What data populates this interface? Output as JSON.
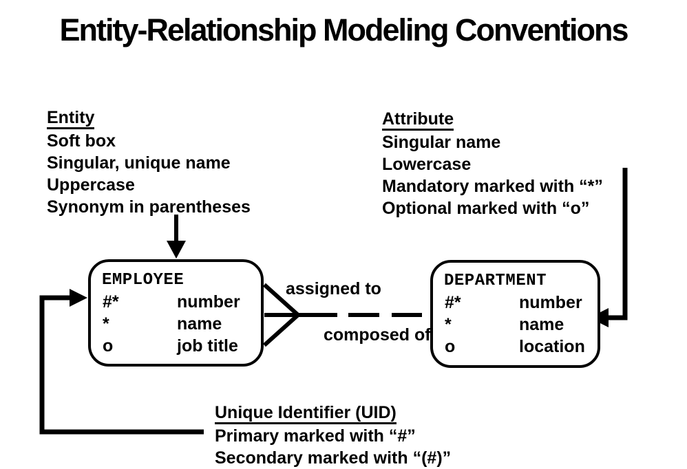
{
  "title": "Entity-Relationship Modeling Conventions",
  "colors": {
    "ink": "#000000",
    "background": "#ffffff"
  },
  "legends": {
    "entity": {
      "heading": "Entity",
      "lines": [
        "Soft box",
        "Singular, unique name",
        "Uppercase",
        "Synonym in parentheses"
      ]
    },
    "attribute": {
      "heading": "Attribute",
      "lines": [
        "Singular name",
        "Lowercase",
        "Mandatory marked with “*”",
        "Optional marked with “o”"
      ]
    },
    "uid": {
      "heading": "Unique Identifier (UID)",
      "lines": [
        "Primary marked with “#”",
        "Secondary marked with “(#)”"
      ]
    }
  },
  "entities": [
    {
      "name": "EMPLOYEE",
      "attributes": [
        {
          "marker": "#*",
          "name": "number"
        },
        {
          "marker": "*",
          "name": "name"
        },
        {
          "marker": "o",
          "name": "job title"
        }
      ]
    },
    {
      "name": "DEPARTMENT",
      "attributes": [
        {
          "marker": "#*",
          "name": "number"
        },
        {
          "marker": "*",
          "name": "name"
        },
        {
          "marker": "o",
          "name": "location"
        }
      ]
    }
  ],
  "relationship": {
    "label_top": "assigned to",
    "label_bottom": "composed of"
  }
}
